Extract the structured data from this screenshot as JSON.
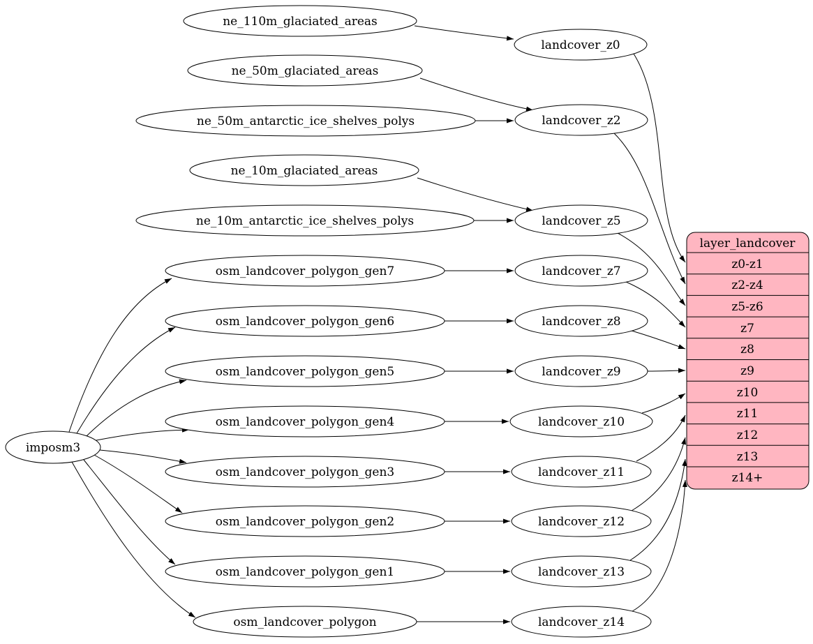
{
  "diagram": {
    "kind": "etl-flow-graph",
    "layer": "landcover"
  },
  "colors": {
    "table_fill": "#ffb6c1",
    "node_fill": "#ffffff",
    "stroke": "#000000",
    "background": "#ffffff"
  },
  "nodes": {
    "imposm3": "imposm3",
    "ne_110m_glaciated_areas": "ne_110m_glaciated_areas",
    "ne_50m_glaciated_areas": "ne_50m_glaciated_areas",
    "ne_50m_antarctic_ice_shelves_polys": "ne_50m_antarctic_ice_shelves_polys",
    "ne_10m_glaciated_areas": "ne_10m_glaciated_areas",
    "ne_10m_antarctic_ice_shelves_polys": "ne_10m_antarctic_ice_shelves_polys",
    "osm_landcover_polygon_gen7": "osm_landcover_polygon_gen7",
    "osm_landcover_polygon_gen6": "osm_landcover_polygon_gen6",
    "osm_landcover_polygon_gen5": "osm_landcover_polygon_gen5",
    "osm_landcover_polygon_gen4": "osm_landcover_polygon_gen4",
    "osm_landcover_polygon_gen3": "osm_landcover_polygon_gen3",
    "osm_landcover_polygon_gen2": "osm_landcover_polygon_gen2",
    "osm_landcover_polygon_gen1": "osm_landcover_polygon_gen1",
    "osm_landcover_polygon": "osm_landcover_polygon",
    "landcover_z0": "landcover_z0",
    "landcover_z2": "landcover_z2",
    "landcover_z5": "landcover_z5",
    "landcover_z7": "landcover_z7",
    "landcover_z8": "landcover_z8",
    "landcover_z9": "landcover_z9",
    "landcover_z10": "landcover_z10",
    "landcover_z11": "landcover_z11",
    "landcover_z12": "landcover_z12",
    "landcover_z13": "landcover_z13",
    "landcover_z14": "landcover_z14"
  },
  "table": {
    "title": "layer_landcover",
    "rows": [
      "z0-z1",
      "z2-z4",
      "z5-z6",
      "z7",
      "z8",
      "z9",
      "z10",
      "z11",
      "z12",
      "z13",
      "z14+"
    ]
  },
  "edges": [
    {
      "from": "ne_110m_glaciated_areas",
      "to": "landcover_z0"
    },
    {
      "from": "ne_50m_glaciated_areas",
      "to": "landcover_z2"
    },
    {
      "from": "ne_50m_antarctic_ice_shelves_polys",
      "to": "landcover_z2"
    },
    {
      "from": "ne_10m_glaciated_areas",
      "to": "landcover_z5"
    },
    {
      "from": "ne_10m_antarctic_ice_shelves_polys",
      "to": "landcover_z5"
    },
    {
      "from": "imposm3",
      "to": "osm_landcover_polygon_gen7"
    },
    {
      "from": "imposm3",
      "to": "osm_landcover_polygon_gen6"
    },
    {
      "from": "imposm3",
      "to": "osm_landcover_polygon_gen5"
    },
    {
      "from": "imposm3",
      "to": "osm_landcover_polygon_gen4"
    },
    {
      "from": "imposm3",
      "to": "osm_landcover_polygon_gen3"
    },
    {
      "from": "imposm3",
      "to": "osm_landcover_polygon_gen2"
    },
    {
      "from": "imposm3",
      "to": "osm_landcover_polygon_gen1"
    },
    {
      "from": "imposm3",
      "to": "osm_landcover_polygon"
    },
    {
      "from": "osm_landcover_polygon_gen7",
      "to": "landcover_z7"
    },
    {
      "from": "osm_landcover_polygon_gen6",
      "to": "landcover_z8"
    },
    {
      "from": "osm_landcover_polygon_gen5",
      "to": "landcover_z9"
    },
    {
      "from": "osm_landcover_polygon_gen4",
      "to": "landcover_z10"
    },
    {
      "from": "osm_landcover_polygon_gen3",
      "to": "landcover_z11"
    },
    {
      "from": "osm_landcover_polygon_gen2",
      "to": "landcover_z12"
    },
    {
      "from": "osm_landcover_polygon_gen1",
      "to": "landcover_z13"
    },
    {
      "from": "osm_landcover_polygon",
      "to": "landcover_z14"
    },
    {
      "from": "landcover_z0",
      "to": "layer_landcover.z0-z1"
    },
    {
      "from": "landcover_z2",
      "to": "layer_landcover.z2-z4"
    },
    {
      "from": "landcover_z5",
      "to": "layer_landcover.z5-z6"
    },
    {
      "from": "landcover_z7",
      "to": "layer_landcover.z7"
    },
    {
      "from": "landcover_z8",
      "to": "layer_landcover.z8"
    },
    {
      "from": "landcover_z9",
      "to": "layer_landcover.z9"
    },
    {
      "from": "landcover_z10",
      "to": "layer_landcover.z10"
    },
    {
      "from": "landcover_z11",
      "to": "layer_landcover.z11"
    },
    {
      "from": "landcover_z12",
      "to": "layer_landcover.z12"
    },
    {
      "from": "landcover_z13",
      "to": "layer_landcover.z13"
    },
    {
      "from": "landcover_z14",
      "to": "layer_landcover.z14+"
    }
  ]
}
